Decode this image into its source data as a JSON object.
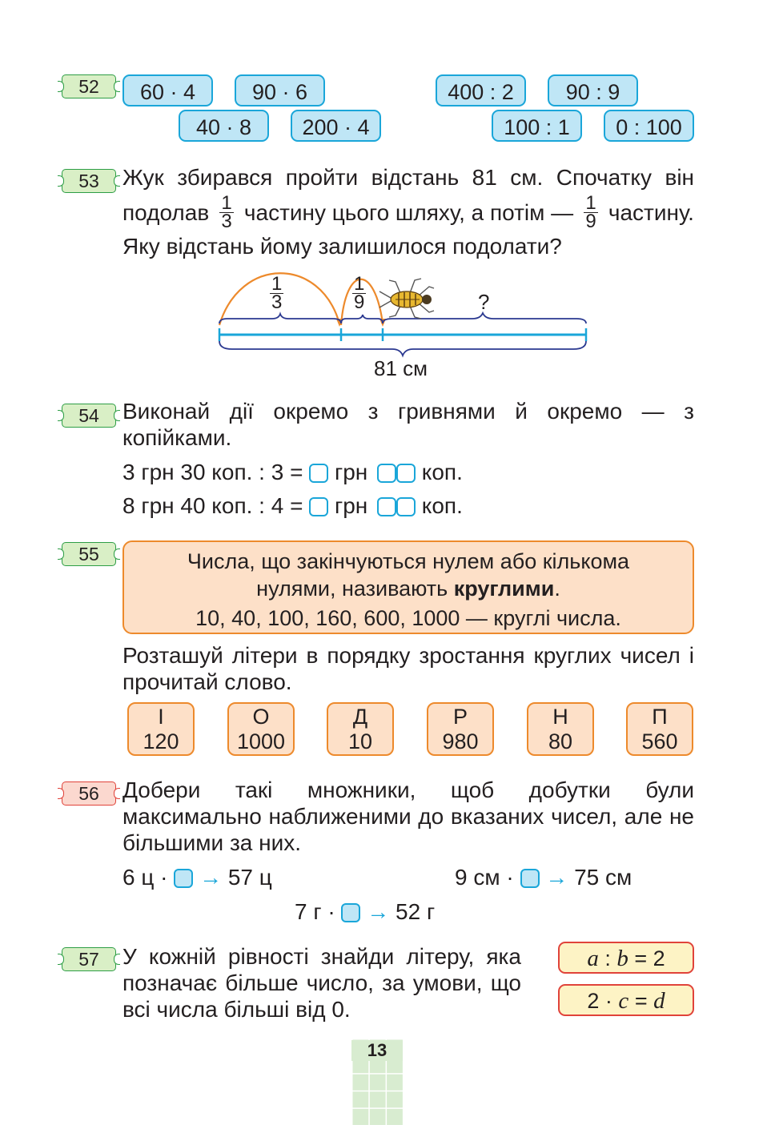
{
  "ex52": {
    "number": "52",
    "expressions": [
      "60 · 4",
      "90 · 6",
      "40 · 8",
      "200 · 4",
      "400 : 2",
      "90 : 9",
      "100 : 1",
      "0 : 100"
    ]
  },
  "ex53": {
    "number": "53",
    "line1": "Жук збирався пройти відстань 81 см. Спочатку він",
    "line2_a": "подолав",
    "frac1_num": "1",
    "frac1_den": "3",
    "line2_b": "частину цього шляху, а потім —",
    "frac2_num": "1",
    "frac2_den": "9",
    "line2_c": "частину.",
    "line3": "Яку відстань йому залишилося подолати?",
    "diagram": {
      "seg1_num": "1",
      "seg1_den": "3",
      "seg2_num": "1",
      "seg2_den": "9",
      "question": "?",
      "total": "81 см"
    }
  },
  "ex54": {
    "number": "54",
    "text": "Виконай дії окремо з гривнями й окремо — з копійками.",
    "row1_prefix": "3 грн 30 коп. : 3 =",
    "row2_prefix": "8 грн 40 коп. : 4 =",
    "unit_hrn": "грн",
    "unit_kop": "коп."
  },
  "ex55": {
    "number": "55",
    "rule_line1": "Числа, що закінчуються нулем або кількома",
    "rule_line2_a": "нулями, називають",
    "rule_line2_bold": "круглими",
    "rule_line2_end": ".",
    "rule_line3": "10, 40, 100, 160, 600, 1000 — круглі числа.",
    "task": "Розташуй літери в порядку зростання круглих чисел і прочитай слово.",
    "cards": [
      {
        "letter": "І",
        "value": "120"
      },
      {
        "letter": "О",
        "value": "1000"
      },
      {
        "letter": "Д",
        "value": "10"
      },
      {
        "letter": "Р",
        "value": "980"
      },
      {
        "letter": "Н",
        "value": "80"
      },
      {
        "letter": "П",
        "value": "560"
      }
    ]
  },
  "ex56": {
    "number": "56",
    "text": "Добери такі множники, щоб добутки були максимально наближеними до вказаних чисел, але не більшими за них.",
    "items": [
      {
        "left": "6 ц ·",
        "right": "57 ц"
      },
      {
        "left": "9 см ·",
        "right": "75 см"
      },
      {
        "left": "7 г ·",
        "right": "52 г"
      }
    ],
    "arrow": "→"
  },
  "ex57": {
    "number": "57",
    "line1": "У кожній рівності знайди літеру, яка",
    "line2": "позначає більше число, за умови, що",
    "line3": "всі числа більші від 0.",
    "formula1": {
      "a": "a",
      "op": ":",
      "b": "b",
      "eq": "= 2"
    },
    "formula2": {
      "pre": "2 ·",
      "c": "c",
      "eq": "=",
      "d": "d"
    }
  },
  "page": {
    "number": "13"
  },
  "colors": {
    "tag_green": "#2e9e46",
    "tag_red": "#e0433a",
    "expr_blue": "#1aa6d9",
    "rule_orange": "#ed8a2c"
  }
}
